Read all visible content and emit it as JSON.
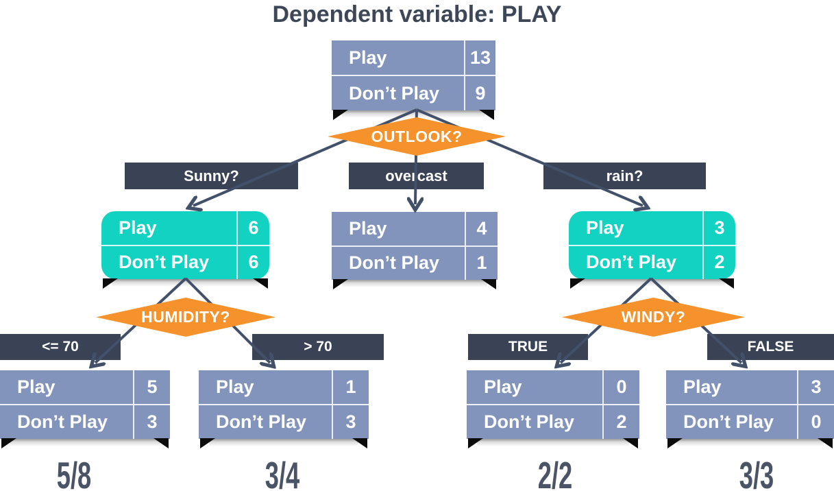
{
  "title": "Dependent variable: PLAY",
  "row_labels": {
    "play": "Play",
    "dont": "Don’t Play"
  },
  "nodes": {
    "root": {
      "play": "13",
      "dont": "9"
    },
    "sunny": {
      "play": "6",
      "dont": "6"
    },
    "overcast": {
      "play": "4",
      "dont": "1"
    },
    "rain": {
      "play": "3",
      "dont": "2"
    },
    "humidity_le": {
      "play": "5",
      "dont": "3"
    },
    "humidity_gt": {
      "play": "1",
      "dont": "3"
    },
    "windy_true": {
      "play": "0",
      "dont": "2"
    },
    "windy_false": {
      "play": "3",
      "dont": "0"
    }
  },
  "decisions": {
    "outlook": "OUTLOOK?",
    "humidity": "HUMIDITY?",
    "windy": "WINDY?"
  },
  "branches": {
    "sunny": "Sunny?",
    "overcast": "overcast",
    "rain": "rain?",
    "humidity_le": "<= 70",
    "humidity_gt": "> 70",
    "windy_true": "TRUE",
    "windy_false": "FALSE"
  },
  "ratios": {
    "humidity_le": "5/8",
    "humidity_gt": "3/4",
    "windy_true": "2/2",
    "windy_false": "3/3"
  },
  "colors": {
    "node_blue": "#8294bb",
    "node_teal": "#12d2c2",
    "diamond_orange": "#f5922c",
    "label_navy": "#3a4356",
    "connector": "#42506a",
    "title_text": "#3e4758",
    "ratio_text": "#4a5466"
  }
}
